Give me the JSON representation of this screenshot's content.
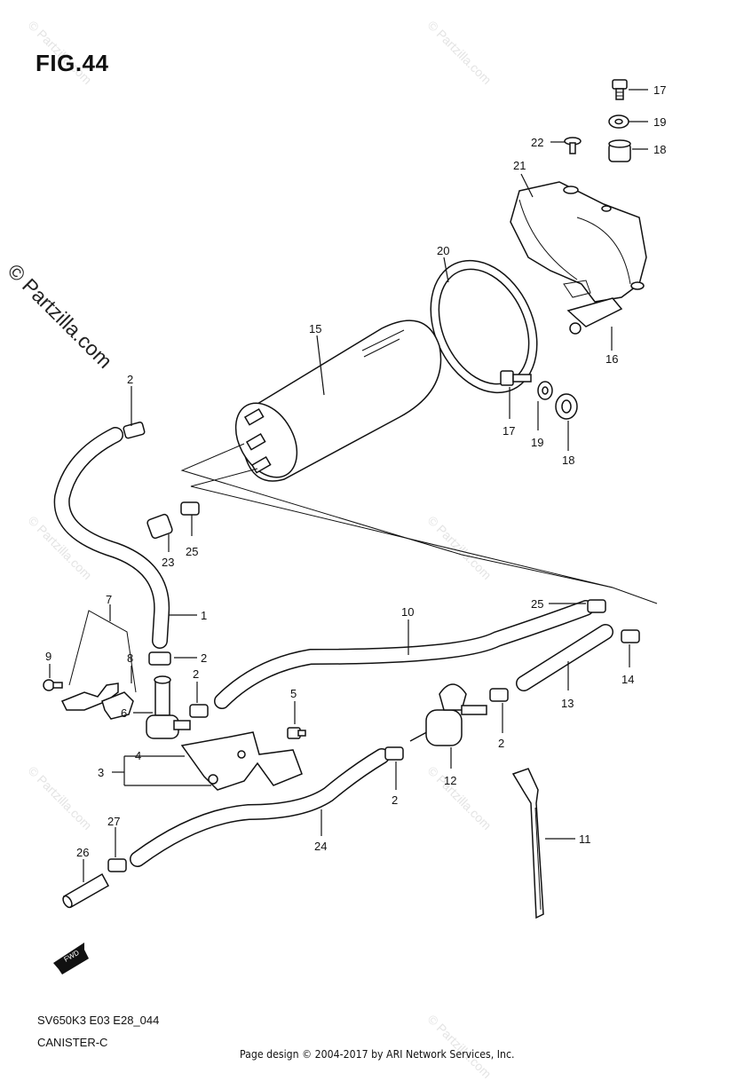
{
  "figure_title": "FIG.44",
  "diagram_code": "SV650K3 E03 E28_044",
  "diagram_name": "CANISTER-C",
  "credit": "Page design © 2004-2017 by ARI Network Services, Inc.",
  "watermark_main": "© Partzilla.com",
  "watermark_faint": "© Partzilla.com",
  "fwd_label": "FWD",
  "callouts": {
    "c17a": "17",
    "c19a": "19",
    "c22": "22",
    "c18a": "18",
    "c21": "21",
    "c20": "20",
    "c15": "15",
    "c16": "16",
    "c17b": "17",
    "c19b": "19",
    "c18b": "18",
    "c2a": "2",
    "c23": "23",
    "c25a": "25",
    "c1": "1",
    "c10": "10",
    "c25b": "25",
    "c7": "7",
    "c9": "9",
    "c8": "8",
    "c2b": "2",
    "c2c": "2",
    "c6": "6",
    "c5": "5",
    "c14": "14",
    "c13": "13",
    "c2d": "2",
    "c12": "12",
    "c2e": "2",
    "c3": "3",
    "c4": "4",
    "c27": "27",
    "c26": "26",
    "c24": "24",
    "c11": "11"
  }
}
